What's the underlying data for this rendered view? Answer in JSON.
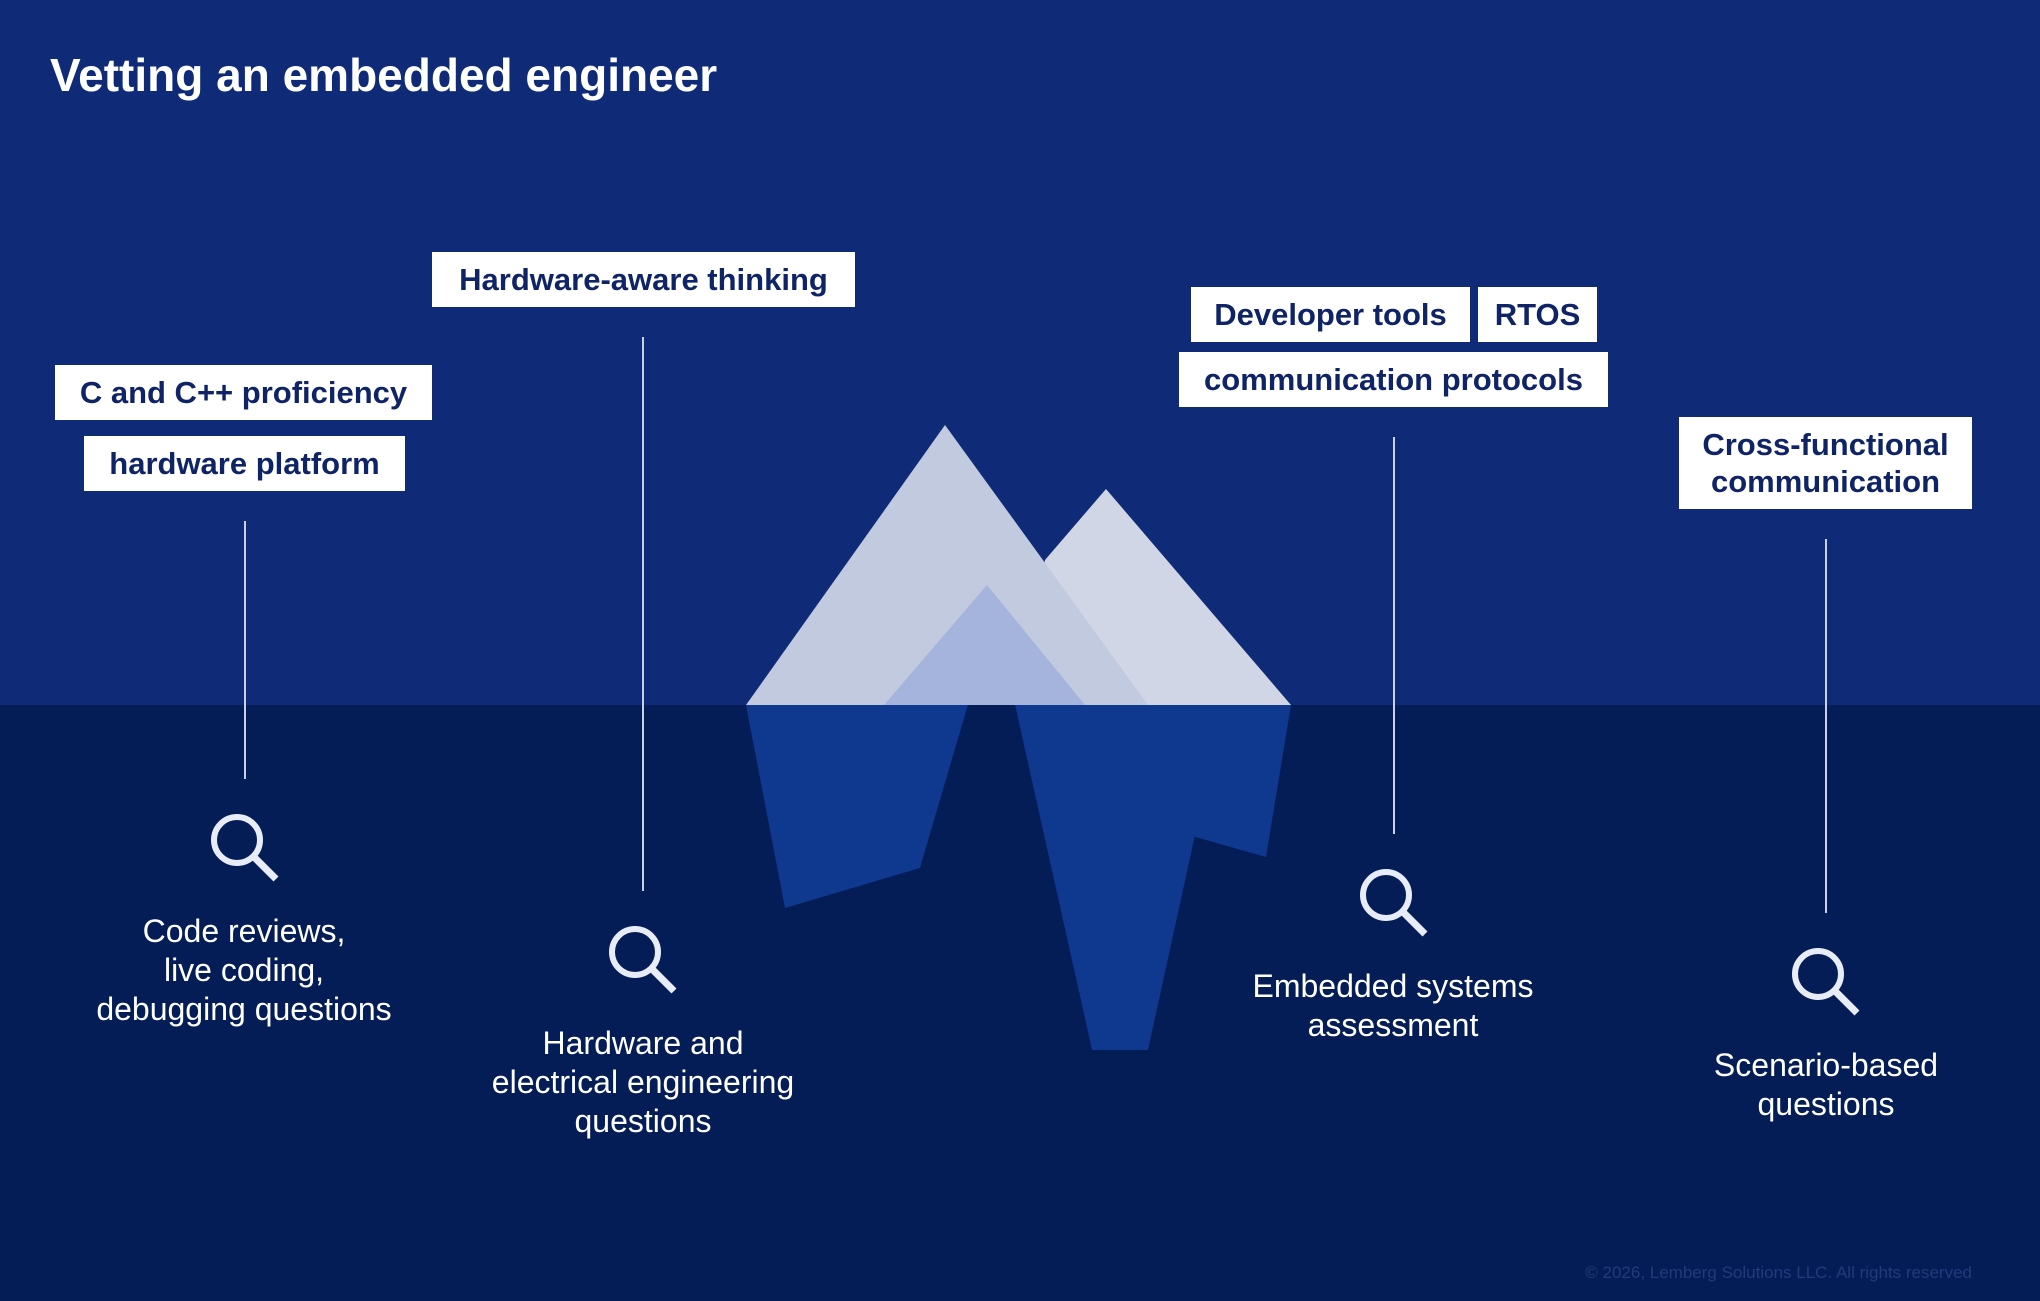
{
  "title": "Vetting an embedded engineer",
  "colors": {
    "sky": "#0f2b78",
    "sea": "#051d57",
    "tag_background": "#ffffff",
    "tag_text": "#0f2466",
    "ice_light": "#c2cae0",
    "ice_lighter": "#d1d6e6",
    "ice_inner": "#a5b4dd",
    "ice_underwater": "#0f388f"
  },
  "columns": [
    {
      "tags": [
        "C and C++ proficiency",
        "hardware platform"
      ],
      "icon": "search-icon",
      "caption": "Code reviews,\nlive coding,\ndebugging questions"
    },
    {
      "tags": [
        "Hardware-aware thinking"
      ],
      "icon": "search-icon",
      "caption": "Hardware and\nelectrical engineering\nquestions"
    },
    {
      "tags": [
        "Developer tools",
        "RTOS",
        "communication protocols"
      ],
      "icon": "search-icon",
      "caption": "Embedded systems\nassessment"
    },
    {
      "tags": [
        "Cross-functional\ncommunication"
      ],
      "icon": "search-icon",
      "caption": "Scenario-based\nquestions"
    }
  ],
  "copyright": "© 2026, Lemberg Solutions LLC. All rights reserved"
}
